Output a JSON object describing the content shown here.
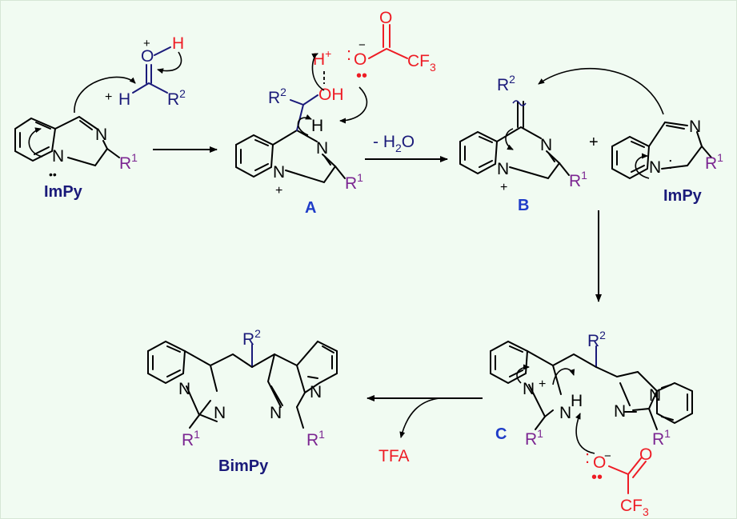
{
  "colors": {
    "background": "#f1fbf2",
    "navy": "#1a1a7a",
    "blue": "#1f3cc8",
    "purple": "#7b2591",
    "red": "#ee1c25",
    "black": "#000000"
  },
  "atoms": {
    "N": "N",
    "H": "H",
    "O": "O",
    "OH": "OH",
    "R": "R",
    "sup1": "1",
    "sup2": "2",
    "plus": "+",
    "minus": "−",
    "CF": "CF",
    "sub3": "3",
    "hplus_sup": "+"
  },
  "compounds": {
    "impy": "ImPy",
    "a": "A",
    "b": "B",
    "c": "C",
    "bimpy": "BimPy",
    "tfa": "TFA"
  },
  "reagents": {
    "water_loss_prefix": "- H",
    "water_loss_sub": "2",
    "water_loss_suffix": "O"
  }
}
